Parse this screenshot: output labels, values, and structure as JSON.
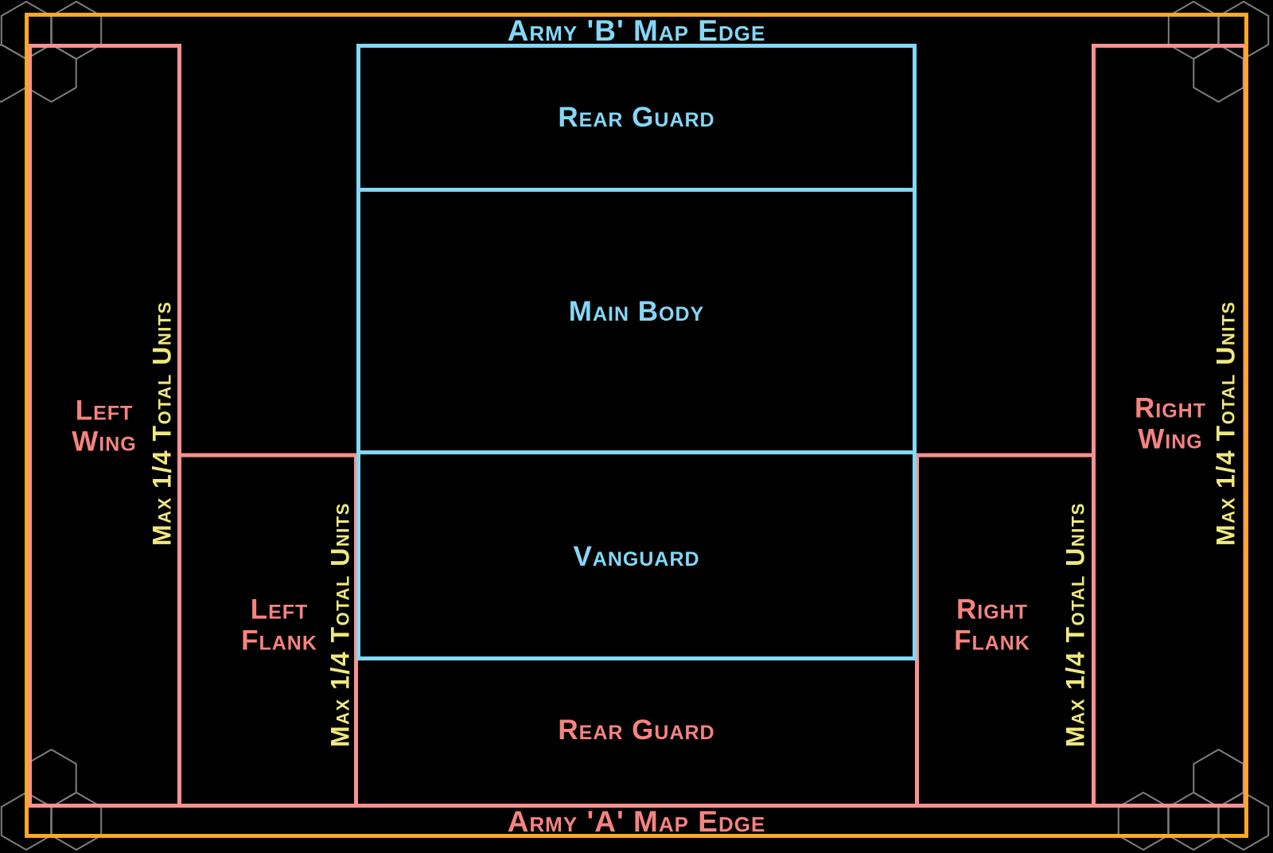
{
  "colors": {
    "background": "#000000",
    "orange": "#ffa726",
    "blue": "#84d7f6",
    "pink_line": "#f9928f",
    "pink_text": "#f5837f",
    "yellow": "#efe97e",
    "hex_gray": "#7d7d7d"
  },
  "map": {
    "army_b_edge_label": "Army 'B' Map Edge",
    "army_a_edge_label": "Army 'A' Map Edge",
    "army_b_zones": {
      "rear_guard": "Rear Guard",
      "main_body": "Main Body",
      "vanguard": "Vanguard"
    },
    "army_a_zones": {
      "rear_guard": "Rear Guard",
      "left_wing": "Left Wing",
      "right_wing": "Right Wing",
      "left_flank": "Left Flank",
      "right_flank": "Right Flank"
    },
    "max_units_label": "Max 1/4 Total Units"
  }
}
